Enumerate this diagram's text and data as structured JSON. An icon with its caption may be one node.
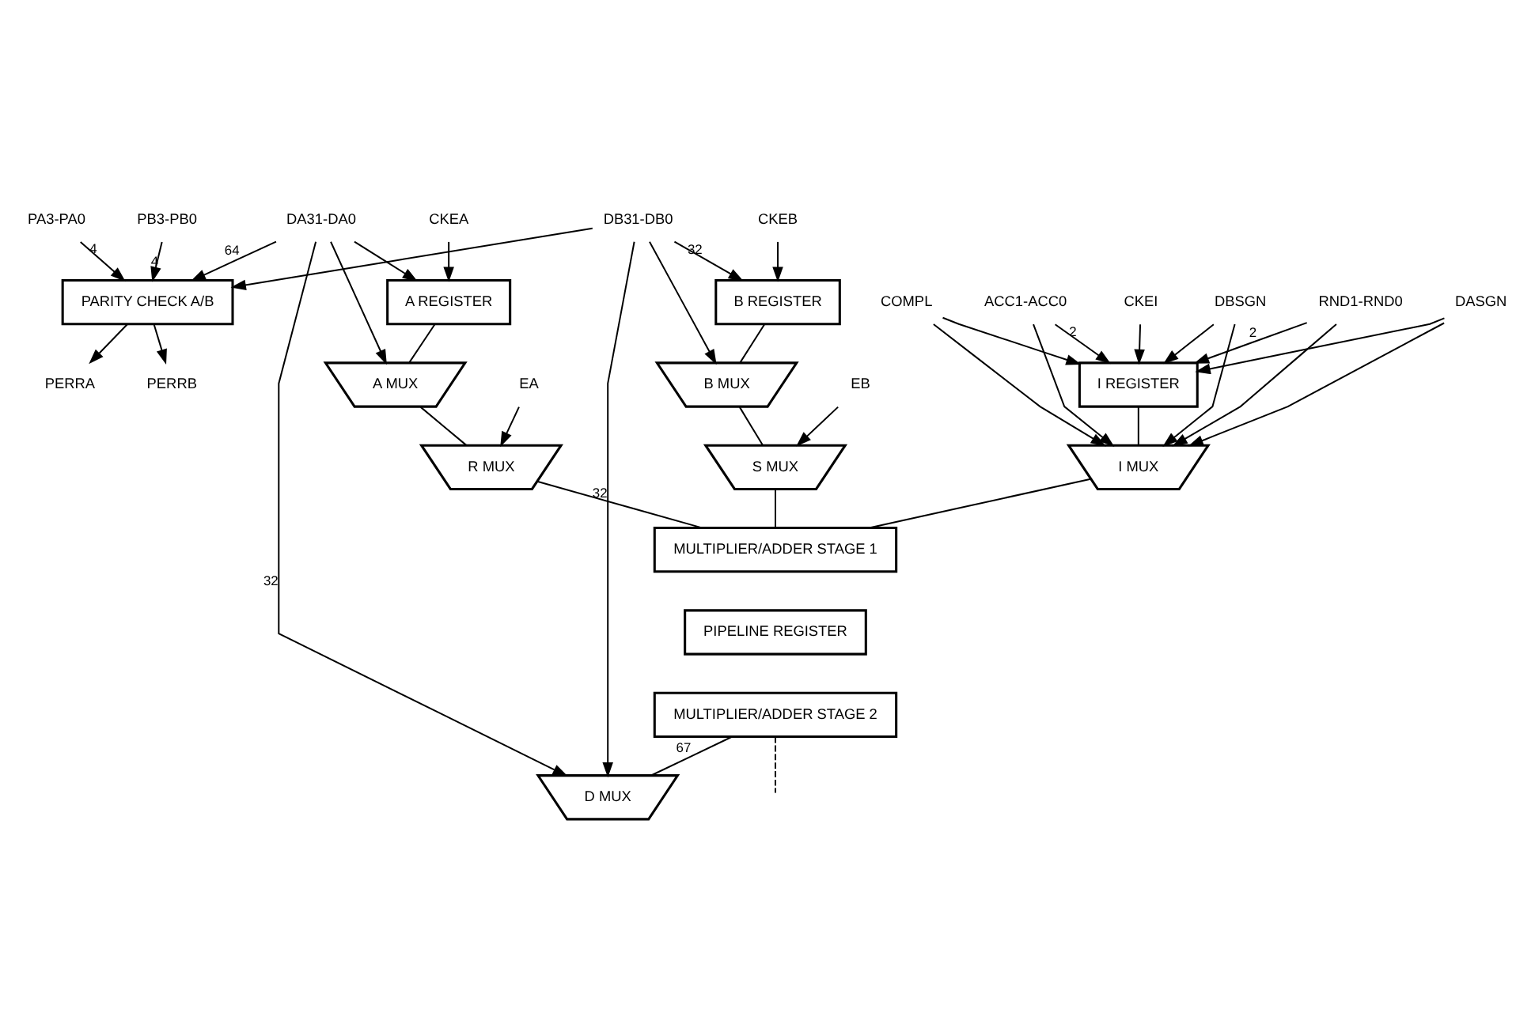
{
  "diagram": {
    "nodes": [
      {
        "text": [
          "PA3-PA0"
        ]
      },
      {
        "text": [
          "PB3-PB0"
        ]
      },
      {
        "text": [
          "PERRA"
        ]
      },
      {
        "text": [
          "PERRB"
        ]
      },
      {
        "text": [
          "DA31-DA0"
        ]
      },
      {
        "text": [
          "CKEA"
        ]
      },
      {
        "text": [
          "CKEI"
        ]
      },
      {
        "text": [
          "EA"
        ]
      },
      {
        "text": [
          "DASGN"
        ]
      },
      {
        "text": [
          "DBSGN"
        ]
      },
      {
        "text": [
          "RND1-RND0"
        ]
      },
      {
        "text": [
          "COMPL"
        ]
      },
      {
        "text": [
          "ACC1-ACC0"
        ]
      },
      {
        "text": [
          "DB31-DB0"
        ]
      },
      {
        "text": [
          "CKEB"
        ]
      },
      {
        "text": [
          "EB"
        ]
      },
      {
        "text": [
          "PARITY CHECK A/B"
        ]
      },
      {
        "text": [
          "D MUX"
        ]
      },
      {
        "text": [
          "A REGISTER"
        ]
      },
      {
        "text": [
          "B REGISTER"
        ]
      },
      {
        "text": [
          "A MUX"
        ]
      },
      {
        "text": [
          "B MUX"
        ]
      },
      {
        "text": [
          "I REGISTER"
        ]
      },
      {
        "text": [
          "I MUX"
        ]
      },
      {
        "text": [
          "R MUX"
        ]
      },
      {
        "text": [
          "S MUX"
        ]
      },
      {
        "text": [
          "MULTIPLIER/ADDER STAGE 1"
        ]
      },
      {
        "text": [
          "PIPELINE REGISTER"
        ]
      },
      {
        "text": [
          "MULTIPLIER/ADDER STAGE 2"
        ]
      }
    ],
    "edges": [
      {
        "from": 0,
        "to": 16,
        "arrow": "to",
        "label": "4"
      },
      {
        "from": 1,
        "to": 16,
        "arrow": "to",
        "label": "4"
      },
      {
        "from": 16,
        "to": 2,
        "arrow": "to"
      },
      {
        "from": 16,
        "to": 3,
        "arrow": "to"
      },
      {
        "from": 4,
        "to": 17,
        "arrow": "to",
        "label": "32"
      },
      {
        "from": 13,
        "to": 17,
        "arrow": "to",
        "label": "32"
      },
      {
        "from": 4,
        "to": 16,
        "arrow": "to",
        "label": "64"
      },
      {
        "from": 13,
        "to": 16,
        "arrow": "to"
      },
      {
        "from": 4,
        "to": 18,
        "arrow": "to"
      },
      {
        "from": 4,
        "to": 20,
        "arrow": "to"
      },
      {
        "from": 5,
        "to": 18,
        "arrow": "to"
      },
      {
        "from": 13,
        "to": 19,
        "arrow": "to",
        "label": "32"
      },
      {
        "from": 13,
        "to": 21,
        "arrow": "to"
      },
      {
        "from": 14,
        "to": 19,
        "arrow": "to"
      },
      {
        "from": 18,
        "to": 20,
        "arrow": "none"
      },
      {
        "from": 19,
        "to": 21,
        "arrow": "none"
      },
      {
        "from": 20,
        "to": 24,
        "arrow": "none"
      },
      {
        "from": 21,
        "to": 25,
        "arrow": "none"
      },
      {
        "from": 7,
        "to": 24,
        "arrow": "to"
      },
      {
        "from": 15,
        "to": 25,
        "arrow": "to"
      },
      {
        "from": 6,
        "to": 22,
        "arrow": "to"
      },
      {
        "from": 8,
        "to": 22,
        "arrow": "to"
      },
      {
        "from": 9,
        "to": 22,
        "arrow": "to"
      },
      {
        "from": 10,
        "to": 22,
        "arrow": "to",
        "label": "2"
      },
      {
        "from": 11,
        "to": 22,
        "arrow": "to"
      },
      {
        "from": 12,
        "to": 22,
        "arrow": "to",
        "label": "2"
      },
      {
        "from": 8,
        "to": 23,
        "arrow": "to"
      },
      {
        "from": 9,
        "to": 23,
        "arrow": "to"
      },
      {
        "from": 10,
        "to": 23,
        "arrow": "to"
      },
      {
        "from": 11,
        "to": 23,
        "arrow": "to"
      },
      {
        "from": 12,
        "to": 23,
        "arrow": "to"
      },
      {
        "from": 22,
        "to": 23,
        "arrow": "none"
      },
      {
        "from": 24,
        "to": 26,
        "arrow": "none"
      },
      {
        "from": 25,
        "to": 26,
        "arrow": "none"
      },
      {
        "from": 23,
        "to": 26,
        "arrow": "none"
      },
      {
        "from": 28,
        "to": 17,
        "arrow": "none",
        "label": "67"
      },
      {
        "from": 28,
        "to": null,
        "arrow": "none",
        "style": "dashed"
      }
    ]
  }
}
